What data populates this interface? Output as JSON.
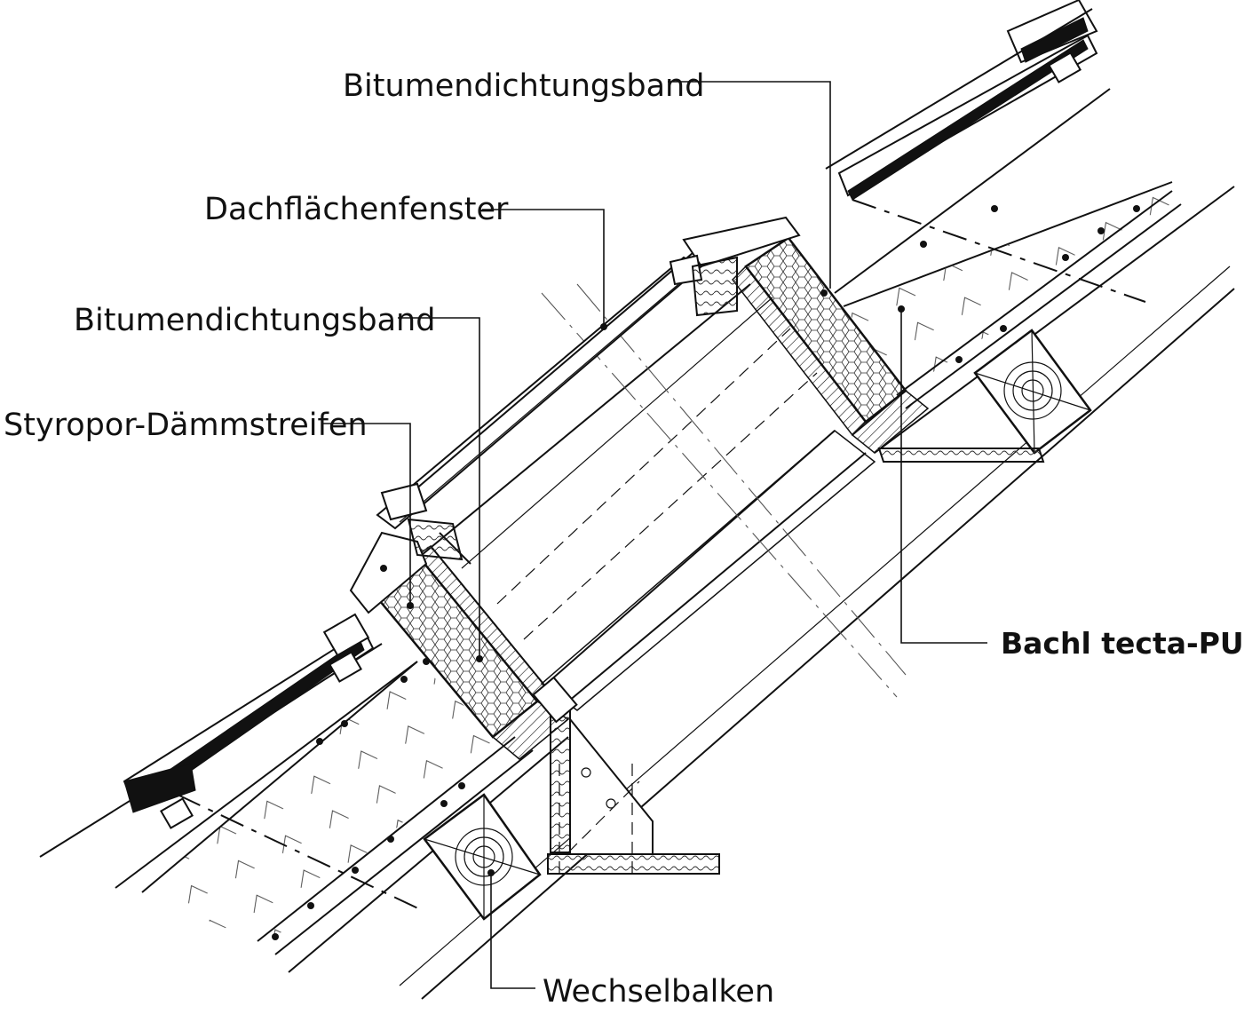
{
  "labels": {
    "bitumen_top": "Bitumendichtungsband",
    "dachflaechenfenster": "Dachflächenfenster",
    "bitumen_mid": "Bitumendichtungsband",
    "styropor": "Styropor-Dämmstreifen",
    "bachl": "Bachl tecta-PUR",
    "wechselbalken": "Wechselbalken"
  }
}
